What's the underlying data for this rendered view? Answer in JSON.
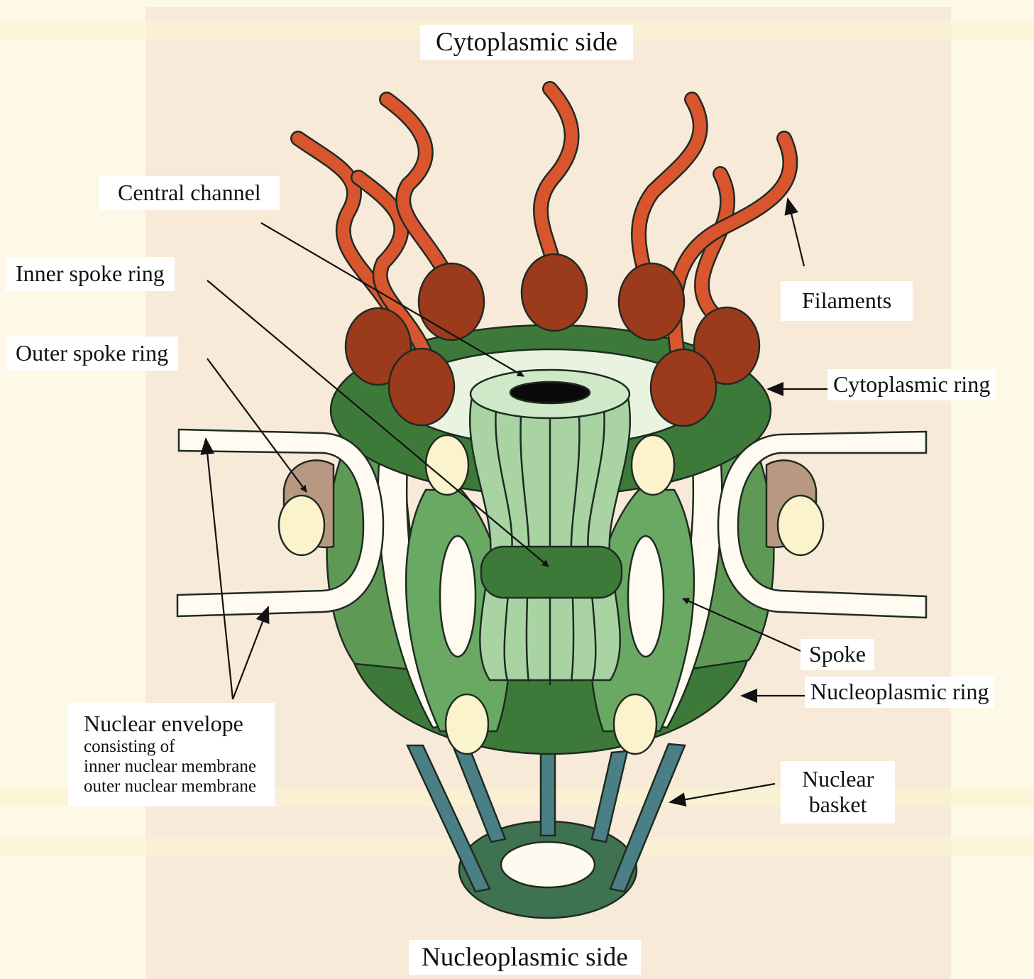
{
  "diagram": {
    "top_side_label": "Cytoplasmic side",
    "bottom_side_label": "Nucleoplasmic side",
    "labels": {
      "central_channel": "Central channel",
      "inner_spoke_ring": "Inner spoke ring",
      "outer_spoke_ring": "Outer spoke ring",
      "filaments": "Filaments",
      "cytoplasmic_ring": "Cytoplasmic ring",
      "spoke": "Spoke",
      "nucleoplasmic_ring": "Nucleoplasmic ring",
      "nuclear_basket_line1": "Nuclear",
      "nuclear_basket_line2": "basket",
      "nuclear_envelope": "Nuclear envelope",
      "nuclear_envelope_sub1": "consisting of",
      "nuclear_envelope_sub2": "inner nuclear membrane",
      "nuclear_envelope_sub3": "outer nuclear membrane"
    },
    "colors": {
      "filament": "#d9552e",
      "filament_knob": "#9c3a1c",
      "dark_green": "#3d7a3a",
      "mid_green": "#62a35c",
      "light_green": "#a9d3a3",
      "pale_green": "#cfe8c8",
      "basket_rod": "#4a7f86",
      "basket_ring": "#3f7250",
      "membrane": "#fffbf0",
      "bead": "#fbf3cc",
      "background": "#f8ead9"
    }
  }
}
